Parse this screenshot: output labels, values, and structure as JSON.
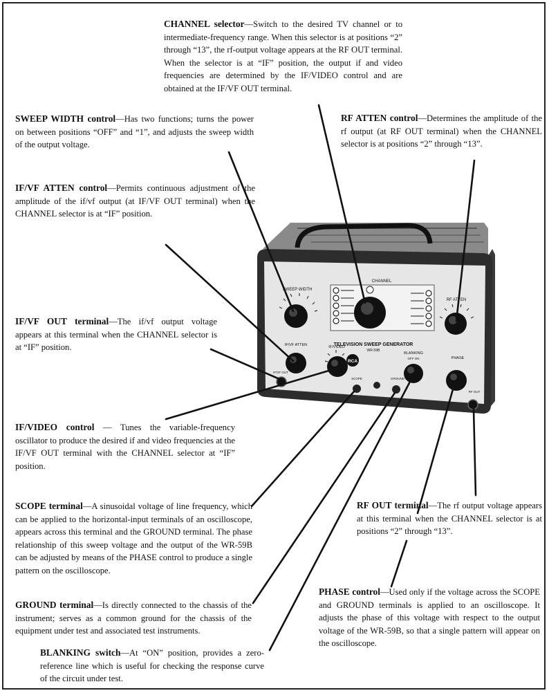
{
  "callouts": {
    "channel": {
      "title": "CHANNEL selector",
      "text": "—Switch to the desired TV channel or to intermediate-frequency range. When this selector is at positions “2” through “13”, the rf-output voltage appears at the RF OUT terminal. When the selector is at “IF” position, the output if and video frequencies are determined by the IF/VIDEO control and are obtained at the IF/VF OUT terminal."
    },
    "sweep_width": {
      "title": "SWEEP WIDTH control",
      "text": "—Has two functions; turns the power on between positions “OFF” and “1”, and adjusts the sweep width of the output voltage."
    },
    "rf_atten": {
      "title": "RF ATTEN control",
      "text": "—Determines the amplitude of the rf output (at RF OUT terminal) when the CHANNEL selector is at positions “2” through “13”."
    },
    "ifvf_atten": {
      "title": "IF/VF ATTEN control",
      "text": "—Permits continuous adjustment of the amplitude of the if/vf output (at IF/VF OUT terminal) when the CHANNEL selector is at “IF” position."
    },
    "ifvf_out": {
      "title": "IF/VF OUT terminal",
      "text": "—The if/vf output voltage appears at this terminal when the CHANNEL selector is at “IF” position."
    },
    "ifvideo": {
      "title": "IF/VIDEO control",
      "text": " — Tunes the variable-frequency oscillator to produce the desired if and video frequencies at the IF/VF OUT terminal with the CHANNEL selector at “IF” position."
    },
    "scope": {
      "title": "SCOPE terminal",
      "text": "—A sinusoidal voltage of line frequency, which can be applied to the horizontal-input terminals of an oscilloscope, appears across this terminal and the GROUND terminal. The phase relationship of this sweep voltage and the output of the WR-59B can be adjusted by means of the PHASE control to produce a single pattern on the oscilloscope."
    },
    "rf_out": {
      "title": "RF OUT terminal",
      "text": "—The rf output voltage appears at this terminal when the CHANNEL selector is at positions “2” through “13”."
    },
    "ground": {
      "title": "GROUND terminal",
      "text": "—Is directly connected to the chassis of the instrument; serves as a common ground for the chassis of the equipment under test and associated test instruments."
    },
    "phase": {
      "title": "PHASE control",
      "text": "—Used only if the voltage across the SCOPE and GROUND terminals is applied to an oscilloscope. It adjusts the phase of this voltage with respect to the output voltage of the WR-59B, so that a single pattern will appear on the oscilloscope."
    },
    "blanking": {
      "title": "BLANKING switch",
      "text": "—At “ON” position, provides a zero-reference line which is useful for checking the response curve of the circuit under test."
    }
  },
  "panel": {
    "title": "TELEVISION SWEEP GENERATOR",
    "model": "WR-59B",
    "logo": "RCA",
    "channel_label": "CHANNEL",
    "sweep_label": "SWEEP WIDTH",
    "rf_atten_label": "RF ATTEN",
    "ifvf_atten_label": "IF/VF ATTEN",
    "ifvideo_label": "IF/VIDEO",
    "blanking_label": "BLANKING",
    "off_on_label": "OFF  ON",
    "phase_label": "PHASE",
    "scope_label": "SCOPE",
    "ground_label": "GROUND",
    "ifvf_out_label": "IF/VF OUT",
    "rf_out_label": "RF OUT"
  }
}
